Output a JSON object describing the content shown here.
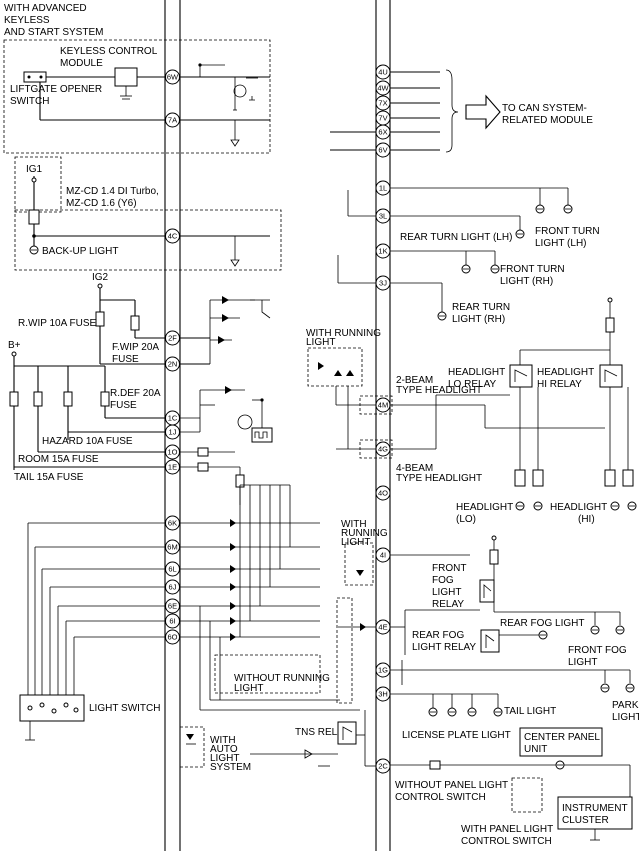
{
  "labels": {
    "header": [
      "WITH ADVANCED",
      "KEYLESS",
      "AND START SYSTEM"
    ],
    "keyless_module": [
      "KEYLESS CONTROL",
      "MODULE"
    ],
    "liftgate_switch": [
      "LIFTGATE OPENER",
      "SWITCH"
    ],
    "ig1": "IG1",
    "engine_variant": [
      "MZ-CD 1.4 DI Turbo,",
      "MZ-CD 1.6 (Y6)"
    ],
    "backup_light": "BACK-UP LIGHT",
    "ig2": "IG2",
    "rwip_fuse": "R.WIP 10A FUSE",
    "fwip_fuse": [
      "F.WIP 20A",
      "FUSE"
    ],
    "bplus": "B+",
    "rdef_fuse": [
      "R.DEF 20A",
      "FUSE"
    ],
    "hazard_fuse": "HAZARD 10A FUSE",
    "room_fuse": "ROOM 15A FUSE",
    "tail_fuse": "TAIL 15A FUSE",
    "can_module": [
      "TO CAN SYSTEM-",
      "RELATED MODULE"
    ],
    "rear_turn_lh": "REAR TURN LIGHT (LH)",
    "front_turn_lh": [
      "FRONT TURN",
      "LIGHT (LH)"
    ],
    "front_turn_rh": [
      "FRONT TURN",
      "LIGHT (RH)"
    ],
    "rear_turn_rh": [
      "REAR TURN",
      "LIGHT (RH)"
    ],
    "with_running_light_1": [
      "WITH RUNNING",
      "LIGHT"
    ],
    "two_beam": [
      "2-BEAM",
      "TYPE HEADLIGHT"
    ],
    "four_beam": [
      "4-BEAM",
      "TYPE HEADLIGHT"
    ],
    "headlight_lo_relay": [
      "HEADLIGHT",
      "LO RELAY"
    ],
    "headlight_hi_relay": [
      "HEADLIGHT",
      "HI RELAY"
    ],
    "headlight_lo": [
      "HEADLIGHT",
      "(LO)"
    ],
    "headlight_hi": [
      "HEADLIGHT",
      "(HI)"
    ],
    "with_running_light_2": [
      "WITH",
      "RUNNING",
      "LIGHT"
    ],
    "front_fog_relay": [
      "FRONT",
      "FOG",
      "LIGHT",
      "RELAY"
    ],
    "rear_fog_light": "REAR FOG LIGHT",
    "rear_fog_relay": [
      "REAR FOG",
      "LIGHT RELAY"
    ],
    "front_fog_light": [
      "FRONT FOG",
      "LIGHT"
    ],
    "without_running_light": [
      "WITHOUT RUNNING",
      "LIGHT"
    ],
    "parking_light": [
      "PARKING",
      "LIGHT"
    ],
    "tail_light": "TAIL LIGHT",
    "license_plate_light": "LICENSE PLATE LIGHT",
    "center_panel": [
      "CENTER PANEL",
      "UNIT"
    ],
    "light_switch": "LIGHT SWITCH",
    "auto_light": [
      "WITH",
      "AUTO",
      "LIGHT",
      "SYSTEM"
    ],
    "tns_relay": "TNS RELAY",
    "without_panel_switch": [
      "WITHOUT PANEL LIGHT",
      "CONTROL SWITCH"
    ],
    "with_panel_switch": [
      "WITH PANEL LIGHT",
      "CONTROL SWITCH"
    ],
    "instrument_cluster": [
      "INSTRUMENT",
      "CLUSTER"
    ]
  },
  "left_pins": [
    "6W",
    "7A",
    "4C",
    "2F",
    "2N",
    "1C",
    "1J",
    "1O",
    "1E",
    "6K",
    "6M",
    "6L",
    "6J",
    "6E",
    "6I",
    "6O"
  ],
  "right_pins": [
    "4U",
    "4W",
    "7X",
    "7V",
    "6X",
    "6V",
    "1L",
    "3L",
    "1K",
    "3J",
    "4M",
    "4G",
    "4O",
    "4I",
    "4E",
    "1G",
    "3H",
    "2C"
  ]
}
